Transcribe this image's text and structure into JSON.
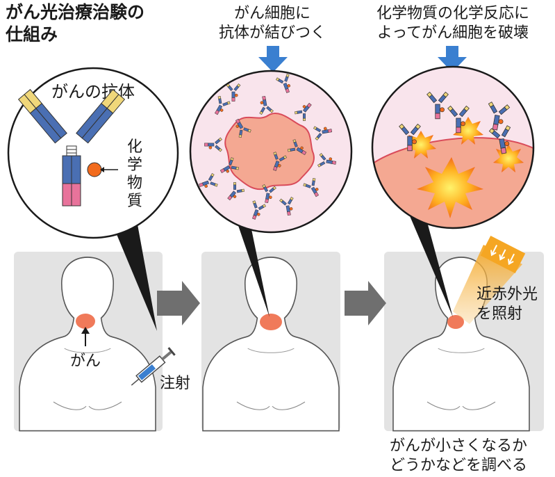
{
  "title": {
    "line1": "がん光治療治験の",
    "line2": "仕組み"
  },
  "step1": {
    "circle_title": "がんの抗体",
    "chemical_label": [
      "化",
      "学",
      "物",
      "質"
    ]
  },
  "step2": {
    "caption_line1": "がん細胞に",
    "caption_line2": "抗体が結びつく"
  },
  "step3": {
    "caption_line1": "化学物質の化学反応に",
    "caption_line2": "よってがん細胞を破壊"
  },
  "panel1": {
    "tumor_label": "がん",
    "injection_label": "注射"
  },
  "panel3": {
    "light_label_line1": "近赤外光",
    "light_label_line2": "を照射"
  },
  "bottom_caption": {
    "line1": "がんが小さくなるか",
    "line2": "どうかなどを調べる"
  },
  "colors": {
    "panel_bg": "#e3e3e3",
    "cell_pink": "#f4a892",
    "cell_bg": "#f9e4ec",
    "antibody_blue": "#4a6fb3",
    "antibody_yellow": "#f0d77a",
    "antibody_pink": "#e8739b",
    "arrow_blue": "#3a7fd0",
    "arrow_gray": "#6f6f6f",
    "tumor": "#f07a5a",
    "light_orange": "#f5a623"
  }
}
